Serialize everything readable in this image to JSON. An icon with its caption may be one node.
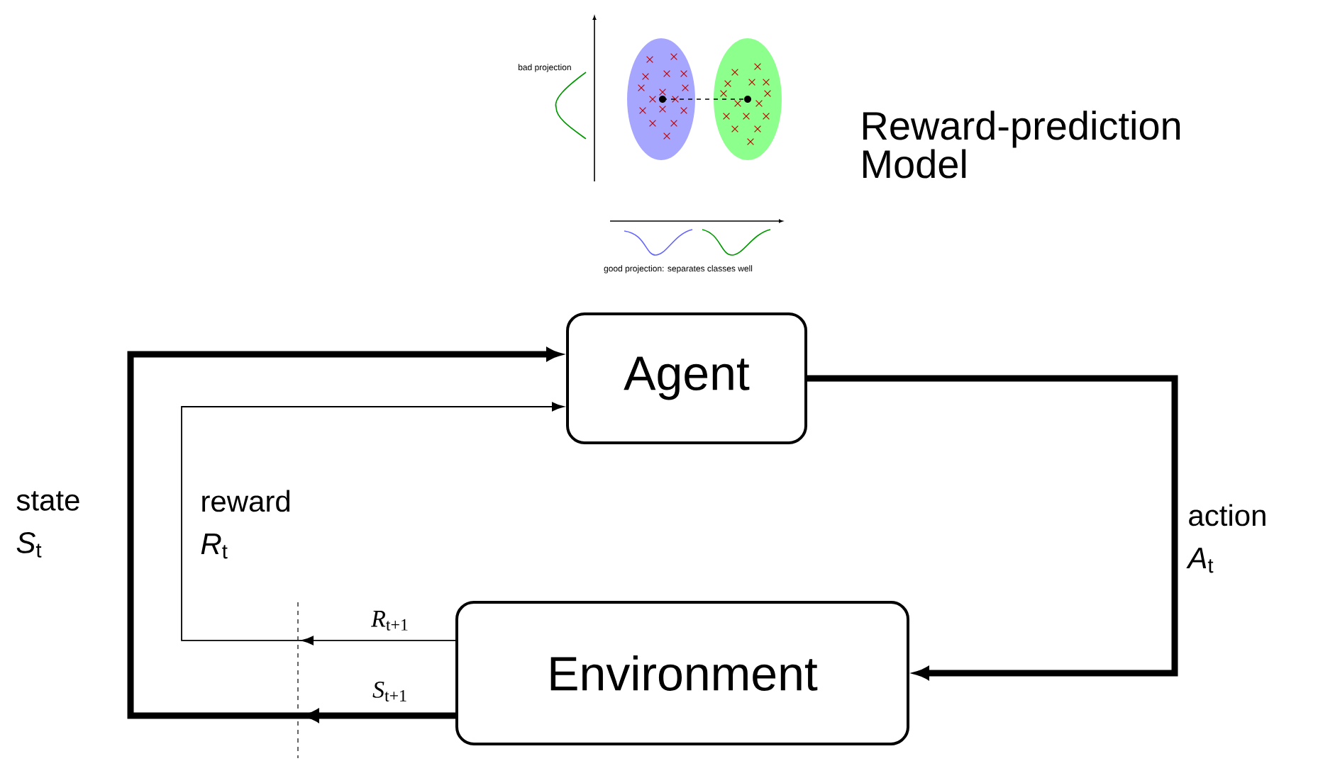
{
  "diagram": {
    "nodes": [
      {
        "text": [
          "Agent"
        ]
      },
      {
        "text": [
          "Environment"
        ]
      }
    ],
    "edges": [
      {
        "from": 0,
        "to": 1,
        "arrow": "to",
        "label": "action *A*$_{t}$"
      },
      {
        "from": 1,
        "to": 0,
        "arrow": "to",
        "label": "state *S*$_{t}$"
      },
      {
        "from": 1,
        "to": 0,
        "arrow": "to",
        "label": "reward *R*$_{t}$"
      }
    ],
    "labels": [
      "Reward-prediction Model",
      "bad projection",
      "good projection: separates classes well",
      "*R*$_{t+1}$",
      "*S*$_{t+1}$"
    ]
  }
}
